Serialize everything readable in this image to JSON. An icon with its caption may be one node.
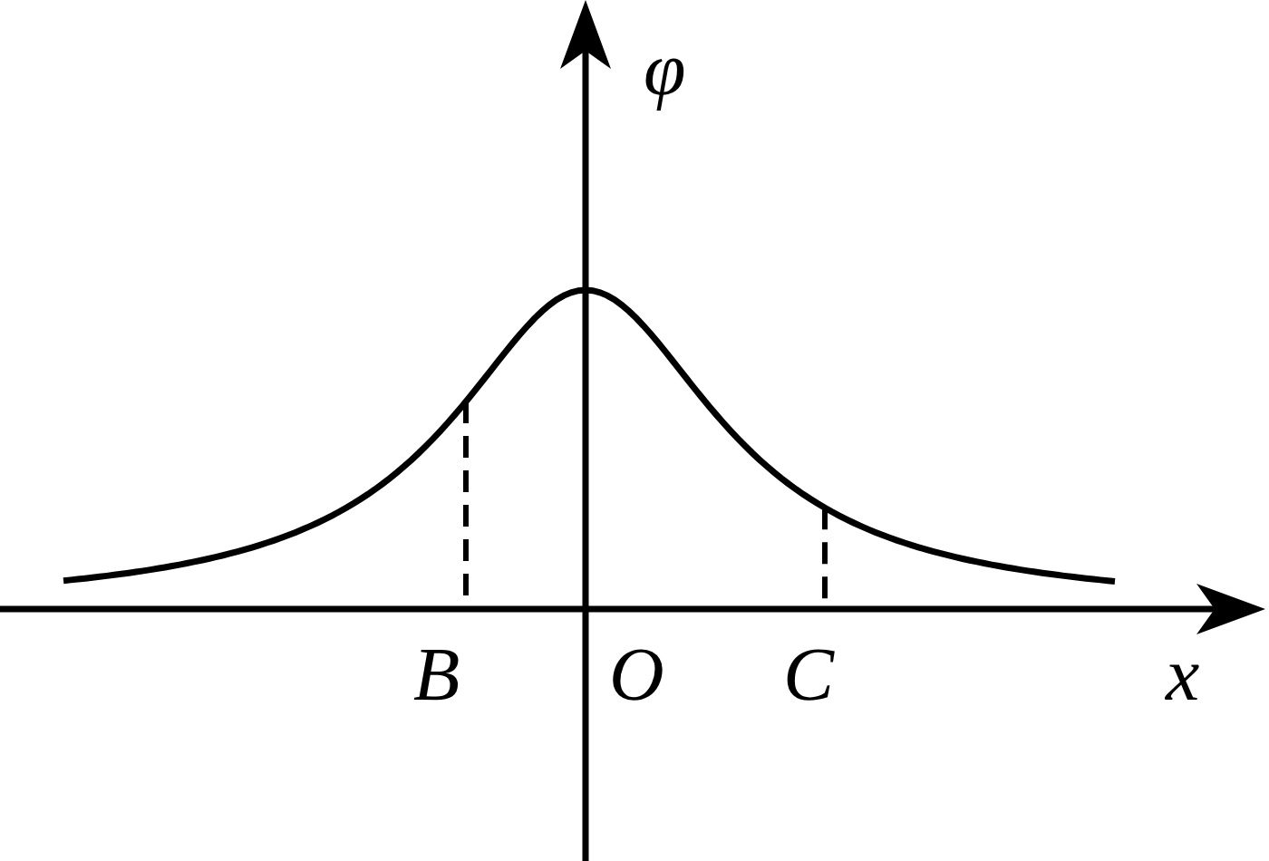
{
  "diagram": {
    "labels": [
      "φ",
      "B",
      "O",
      "C",
      "x"
    ]
  }
}
